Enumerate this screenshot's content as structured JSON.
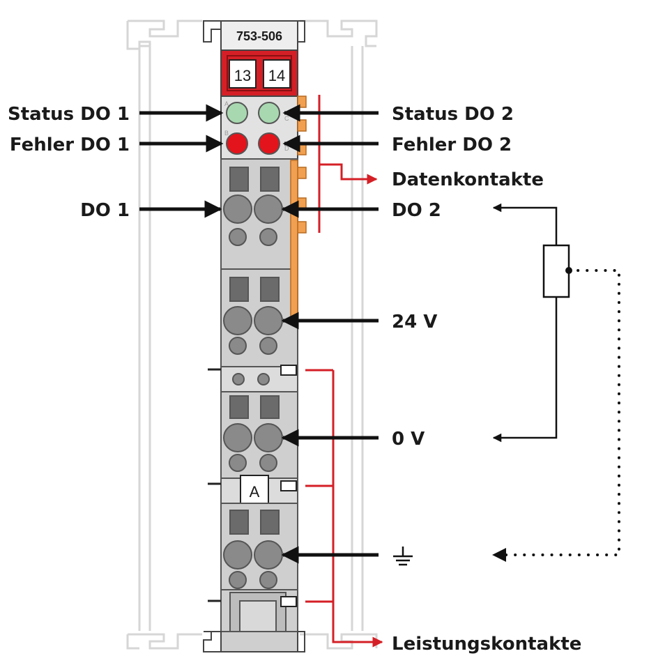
{
  "module": {
    "part_number": "753-506",
    "terminal_numbers": [
      "13",
      "14"
    ],
    "marker": "A",
    "led_letters": [
      "A",
      "C",
      "B",
      "D"
    ]
  },
  "labels": {
    "status_do1": "Status DO 1",
    "status_do2": "Status DO 2",
    "fehler_do1": "Fehler DO 1",
    "fehler_do2": "Fehler DO 2",
    "datenkontakte": "Datenkontakte",
    "do1": "DO 1",
    "do2": "DO 2",
    "v24": "24 V",
    "v0": "0 V",
    "leistungskontakte": "Leistungskontakte"
  },
  "icons": {
    "ground": "ground-icon",
    "load": "resistor-icon"
  },
  "colors": {
    "module_body": "#cfcfcf",
    "terminal_header": "#d41f26",
    "led_green": "#a8d8b0",
    "led_red": "#e3141b",
    "bus_contacts": "#f0a050",
    "power_contacts": "#d41f26",
    "arrows": "#111111"
  }
}
